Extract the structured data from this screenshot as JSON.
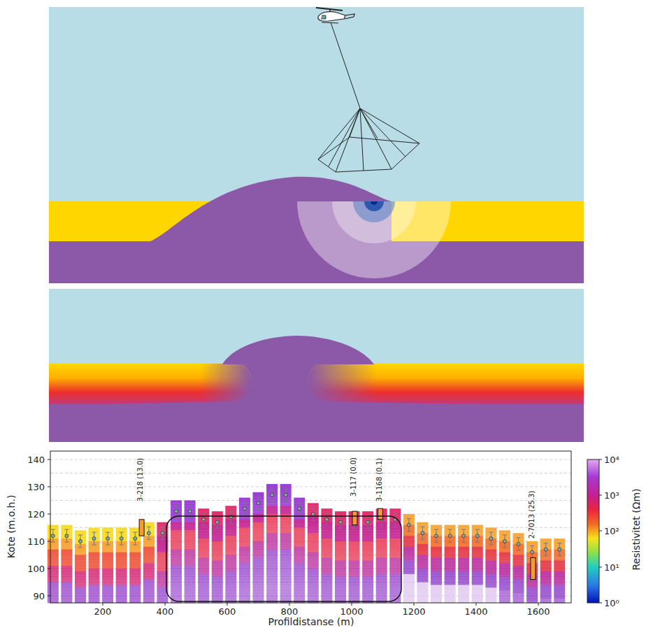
{
  "diagram": {
    "labels": [
      "140",
      "130",
      "120",
      "110",
      "100",
      "90",
      "200",
      "400",
      "600",
      "800",
      "1000",
      "1200",
      "1400",
      "1600",
      "Kote (m.o.h.)",
      "Profildistanse (m)",
      "3-218 (13.0)",
      "3-117 (0.0)",
      "3-1168 (0.1)",
      "2-7013 (25.3)",
      "10⁴",
      "10³",
      "10²",
      "10¹",
      "10⁰",
      "Resistivitet (Ωm)"
    ]
  }
}
